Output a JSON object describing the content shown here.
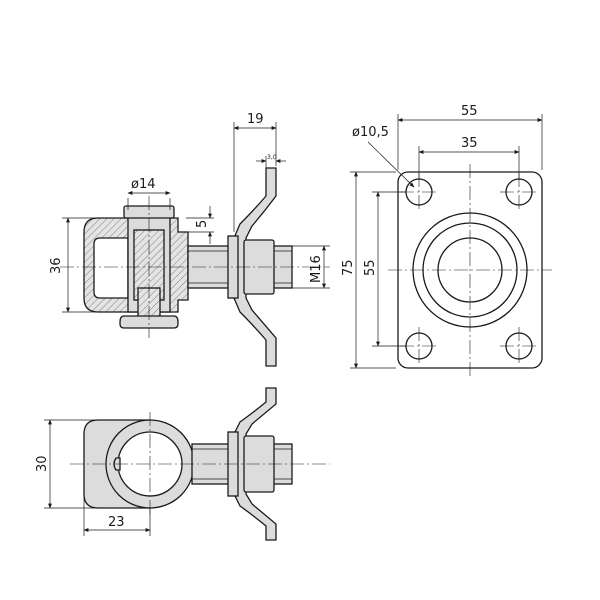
{
  "dimensions": {
    "pin_diameter": "ø14",
    "height_36": "36",
    "gap_5": "5",
    "plate_offset_19": "19",
    "plate_thickness": "3,0",
    "thread": "M16",
    "hole_diameter": "ø10,5",
    "plate_width_55": "55",
    "hole_spacing_35": "35",
    "plate_height_75": "75",
    "hole_spacing_55": "55",
    "eye_height_30": "30",
    "eye_length_23": "23"
  }
}
